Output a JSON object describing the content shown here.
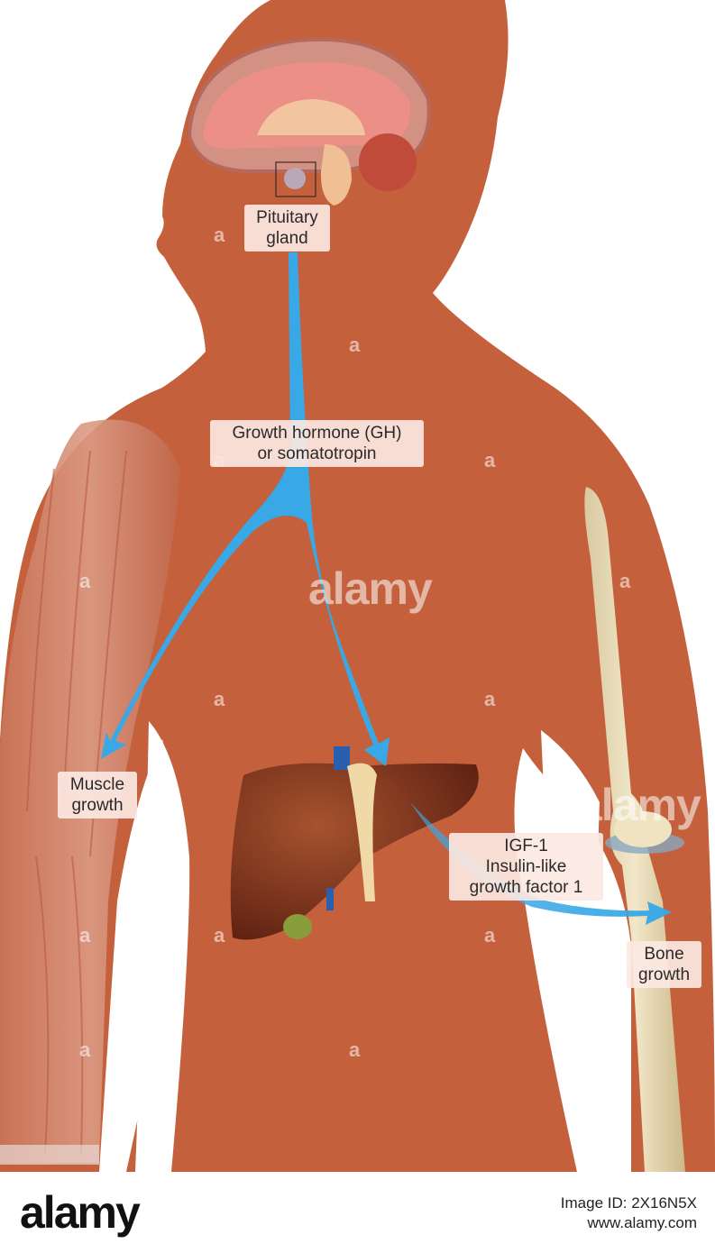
{
  "labels": {
    "pituitary": "Pituitary\ngland",
    "gh": "Growth hormone (GH)\nor somatotropin",
    "muscle": "Muscle\ngrowth",
    "igf": "IGF-1\nInsulin-like\ngrowth factor 1",
    "bone": "Bone\ngrowth"
  },
  "watermark": {
    "text": "alamy",
    "small": "a"
  },
  "footer": {
    "logo": "alamy",
    "image_id_line": "Image ID: 2X16N5X",
    "site": "www.alamy.com"
  },
  "colors": {
    "body": "#c4613c",
    "arrow": "#39a8e6",
    "label_bg": "#fce8e2"
  }
}
